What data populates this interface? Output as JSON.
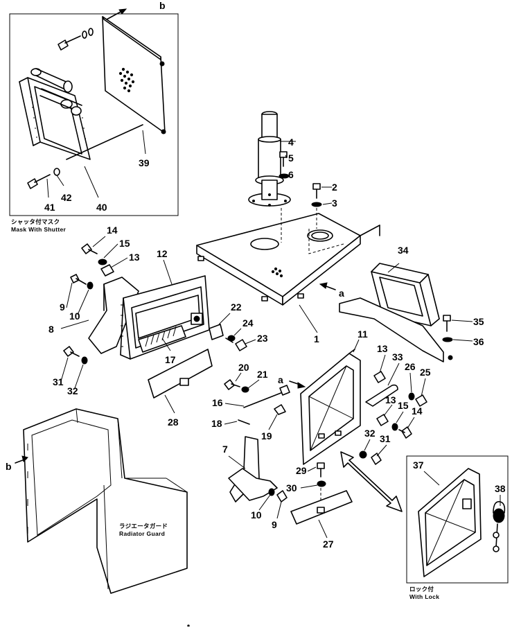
{
  "inset_top": {
    "caption_jp": "シャッタ付マスク",
    "caption_en": "Mask With Shutter",
    "ref_letter": "b"
  },
  "inset_bottom": {
    "caption_jp": "ロック付",
    "caption_en": "With Lock"
  },
  "radiator_guard": {
    "caption_jp": "ラジエータガード",
    "caption_en": "Radiator Guard",
    "ref_letter": "b"
  },
  "ref_labels": {
    "a_upper": "a",
    "a_lower": "a"
  },
  "parts": {
    "p1": "1",
    "p2": "2",
    "p3": "3",
    "p4": "4",
    "p5": "5",
    "p6": "6",
    "p7": "7",
    "p8": "8",
    "p9a": "9",
    "p9b": "9",
    "p10a": "10",
    "p10b": "10",
    "p11": "11",
    "p12": "12",
    "p13a": "13",
    "p13b": "13",
    "p13c": "13",
    "p14a": "14",
    "p14b": "14",
    "p15a": "15",
    "p15b": "15",
    "p16": "16",
    "p17": "17",
    "p18": "18",
    "p19": "19",
    "p20": "20",
    "p21": "21",
    "p22": "22",
    "p23": "23",
    "p24": "24",
    "p25": "25",
    "p26": "26",
    "p27": "27",
    "p28": "28",
    "p29": "29",
    "p30": "30",
    "p31a": "31",
    "p31b": "31",
    "p32a": "32",
    "p32b": "32",
    "p33": "33",
    "p34": "34",
    "p35": "35",
    "p36": "36",
    "p37": "37",
    "p38": "38",
    "p39": "39",
    "p40": "40",
    "p41": "41",
    "p42": "42"
  }
}
